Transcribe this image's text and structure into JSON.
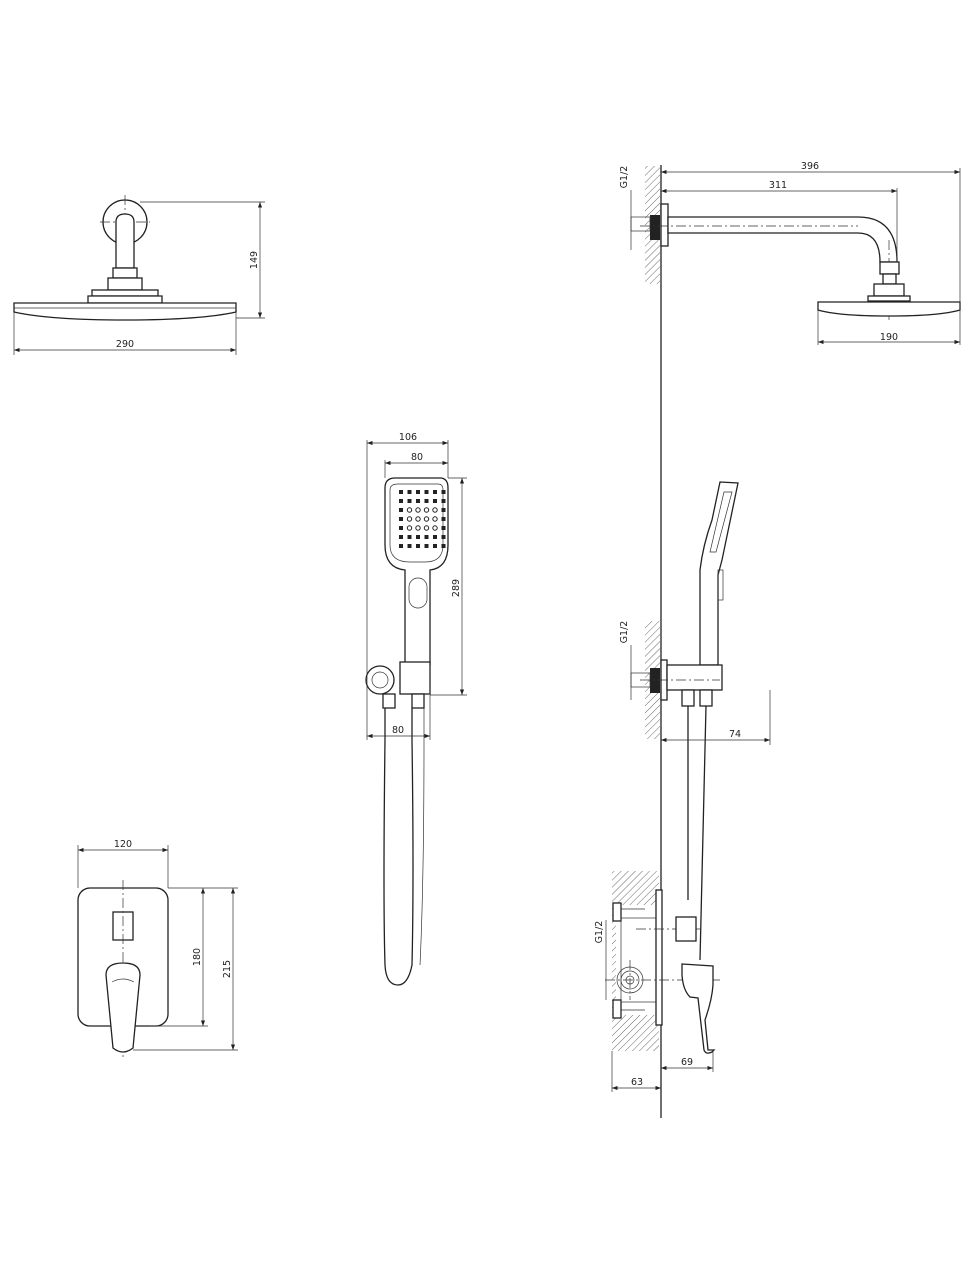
{
  "dimensions": {
    "head_front_width": "290",
    "head_front_height": "149",
    "arm_total_reach": "396",
    "arm_reach": "311",
    "head_side_width": "190",
    "thread_top": "G1/2",
    "hand_total_width": "106",
    "hand_head_width": "80",
    "hand_length": "289",
    "holder_width": "80",
    "thread_middle": "G1/2",
    "holder_projection": "74",
    "mixer_width": "120",
    "mixer_inner_height": "180",
    "mixer_height": "215",
    "thread_bottom": "G1/2",
    "mixer_projection": "69",
    "box_depth": "63"
  }
}
